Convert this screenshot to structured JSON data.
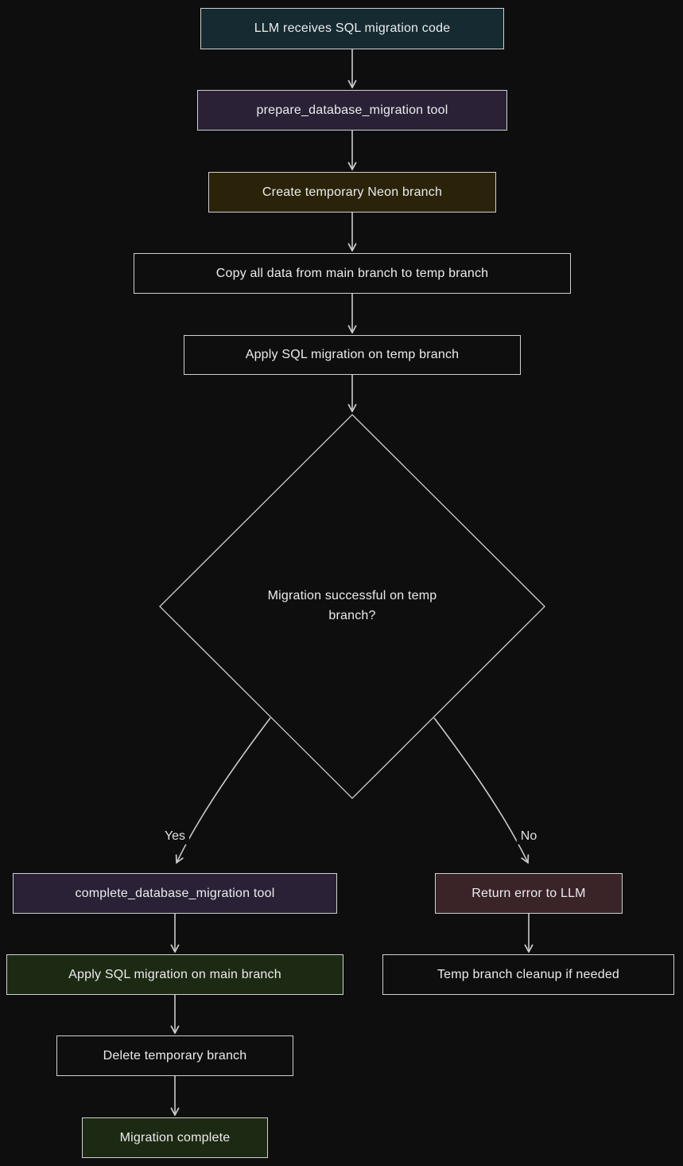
{
  "diagram": {
    "type": "flowchart",
    "direction": "top-down",
    "nodes": {
      "llm_receives": {
        "label": "LLM receives SQL migration code",
        "fill": "#152a31",
        "shape": "rect"
      },
      "prepare_tool": {
        "label": "prepare_database_migration tool",
        "fill": "#2a2136",
        "shape": "rect"
      },
      "create_branch": {
        "label": "Create temporary Neon branch",
        "fill": "#2b2309",
        "shape": "rect"
      },
      "copy_data": {
        "label": "Copy all data from main branch to temp branch",
        "fill": "#0e0e0e",
        "shape": "rect"
      },
      "apply_temp": {
        "label": "Apply SQL migration on temp branch",
        "fill": "#0e0e0e",
        "shape": "rect"
      },
      "decision": {
        "label": "Migration successful on temp branch?",
        "fill": "#0e0e0e",
        "shape": "diamond"
      },
      "complete_tool": {
        "label": "complete_database_migration tool",
        "fill": "#2a2136",
        "shape": "rect"
      },
      "return_error": {
        "label": "Return error to LLM",
        "fill": "#3a2428",
        "shape": "rect"
      },
      "apply_main": {
        "label": "Apply SQL migration on main branch",
        "fill": "#1d2a13",
        "shape": "rect"
      },
      "cleanup": {
        "label": "Temp branch cleanup if needed",
        "fill": "#0e0e0e",
        "shape": "rect"
      },
      "delete_branch": {
        "label": "Delete temporary branch",
        "fill": "#0e0e0e",
        "shape": "rect"
      },
      "migration_complete": {
        "label": "Migration complete",
        "fill": "#1d2a13",
        "shape": "rect"
      }
    },
    "edge_labels": {
      "yes": "Yes",
      "no": "No"
    },
    "colors": {
      "background": "#0e0e0e",
      "node_border": "#cfd0d1",
      "edge_stroke": "#c9cacb",
      "text": "#ececec"
    }
  }
}
